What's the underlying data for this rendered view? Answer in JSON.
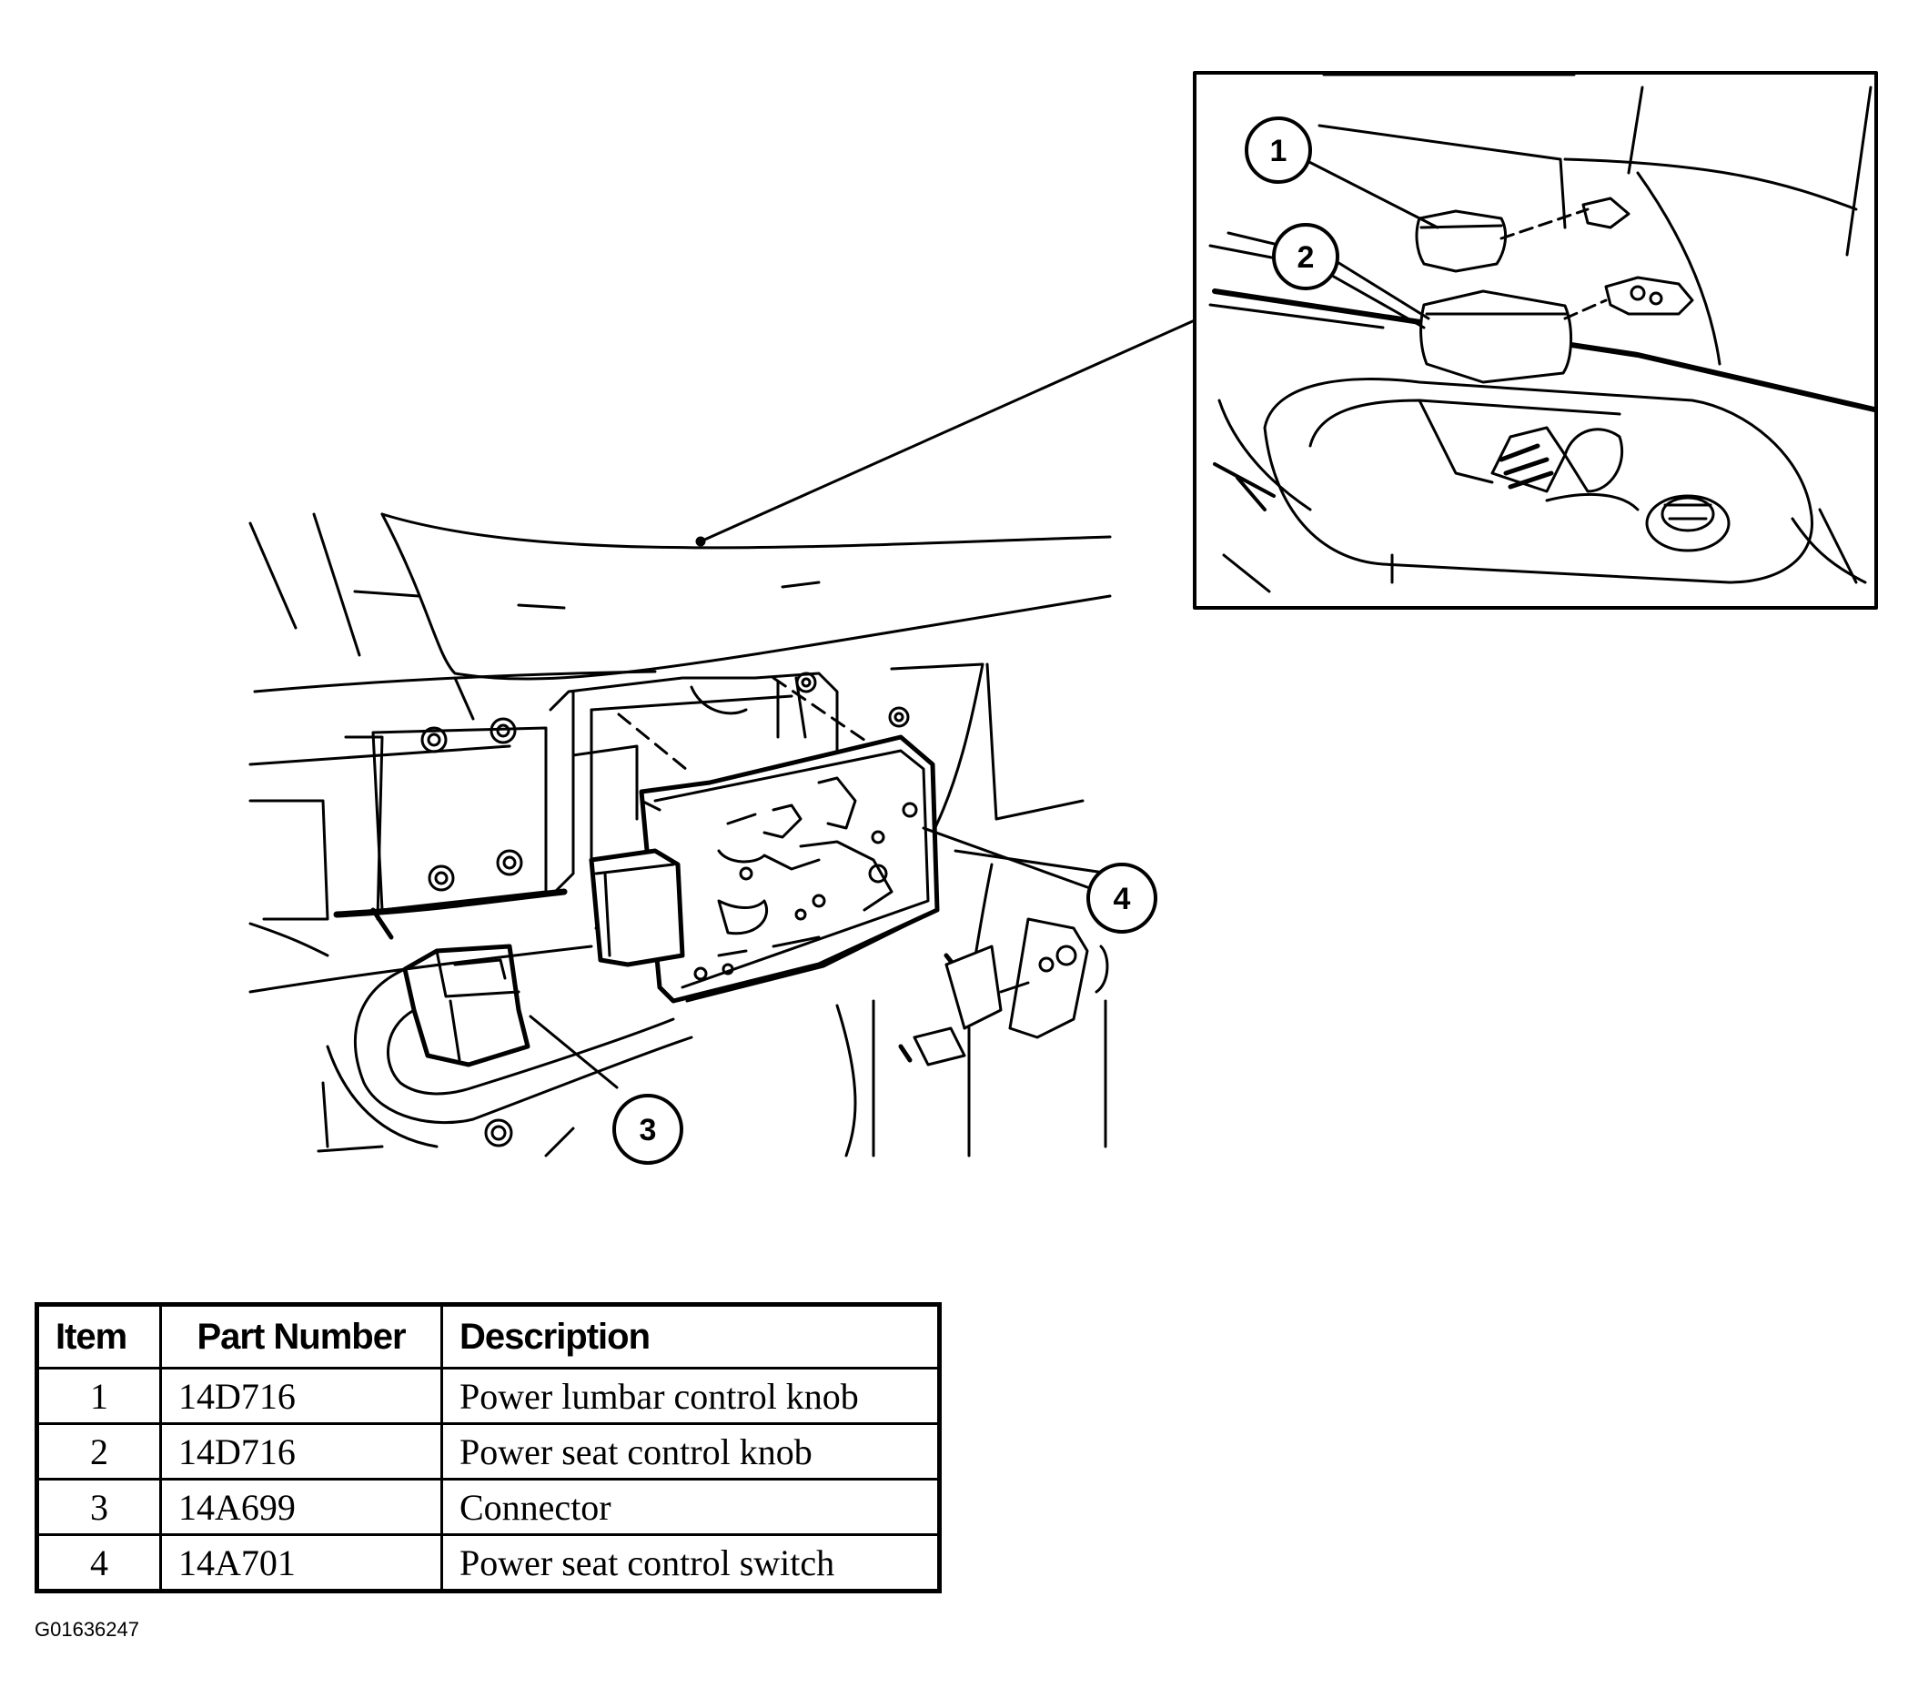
{
  "callouts": [
    {
      "label": "1"
    },
    {
      "label": "2"
    },
    {
      "label": "3"
    },
    {
      "label": "4"
    }
  ],
  "table": {
    "headers": {
      "item": "Item",
      "part_number": "Part Number",
      "description": "Description"
    },
    "rows": [
      {
        "item": "1",
        "part_number": "14D716",
        "description": "Power lumbar control knob"
      },
      {
        "item": "2",
        "part_number": "14D716",
        "description": "Power seat control knob"
      },
      {
        "item": "3",
        "part_number": "14A699",
        "description": "Connector"
      },
      {
        "item": "4",
        "part_number": "14A701",
        "description": "Power seat control switch"
      }
    ]
  },
  "figure_id": "G01636247"
}
